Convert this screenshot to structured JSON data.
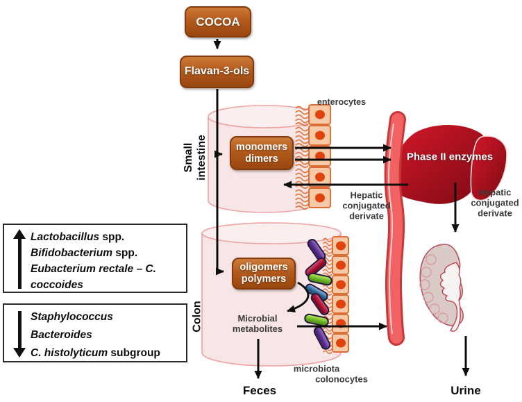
{
  "nodes": {
    "cocoa": "COCOA",
    "flavan3ols": "Flavan-3-ols",
    "monomers": "monomers",
    "dimers": "dimers",
    "oligomers": "oligomers",
    "polymers": "polymers",
    "phase2_enzymes": "Phase II enzymes"
  },
  "labels": {
    "enterocytes": "enterocytes",
    "small_intestine_line1": "Small",
    "small_intestine_line2": "intestine",
    "colon": "Colon",
    "hepatic_derivate_line1": "Hepatic",
    "hepatic_derivate_line2": "conjugated",
    "hepatic_derivate_line3": "derivate",
    "microbial_metabolites_line1": "Microbial",
    "microbial_metabolites_line2": "metabolites",
    "microbiota": "microbiota",
    "colonocytes": "colonocytes",
    "feces": "Feces",
    "urine": "Urine"
  },
  "increased_bacteria": {
    "direction": "increase",
    "lines": [
      {
        "italic": "Lactobacillus",
        "rest": " spp."
      },
      {
        "italic": "Bifidobacterium",
        "rest": " spp."
      },
      {
        "italic": "Eubacterium rectale – C.",
        "rest": ""
      },
      {
        "italic": "coccoides",
        "rest": ""
      }
    ]
  },
  "decreased_bacteria": {
    "direction": "decrease",
    "lines": [
      {
        "italic": "Staphylococcus",
        "rest": ""
      },
      {
        "italic": "Bacteroides",
        "rest": ""
      },
      {
        "italic": "C. histolyticum",
        "rest": " subgroup"
      }
    ]
  },
  "bacteria_rod_colors": [
    "purple",
    "crimson",
    "green",
    "blue",
    "crimson",
    "green",
    "purple"
  ],
  "colors": {
    "node_box": "#b25a1d",
    "node_box_border": "#83390a",
    "intestine_fill": "#f8e5e5",
    "intestine_border": "#efa2a2",
    "cell_fill": "#f6caa6",
    "cell_border": "#dd6e38",
    "cell_nucleus": "#e0430d",
    "vessel": "#f26262",
    "liver": "#b5121b",
    "kidney": "#d9cac5",
    "rod_purple": "#5b2e8e",
    "rod_crimson": "#a50f35",
    "rod_green": "#6db32a",
    "rod_blue": "#2e6391",
    "arrow": "#0d0d0d"
  }
}
